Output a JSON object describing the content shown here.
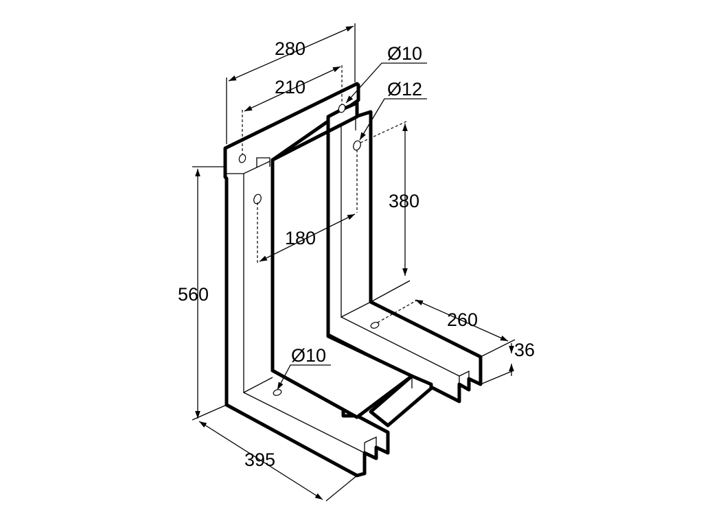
{
  "dimensions": {
    "overall_width": "280",
    "hole_spacing": "210",
    "hole_dia_top": "Ø10",
    "hole_dia_upper": "Ø12",
    "vertical_hole_spacing": "380",
    "inner_spacing": "180",
    "height": "560",
    "base_hole_dia": "Ø10",
    "leg_hole_spacing": "260",
    "thickness": "36",
    "depth": "395"
  }
}
